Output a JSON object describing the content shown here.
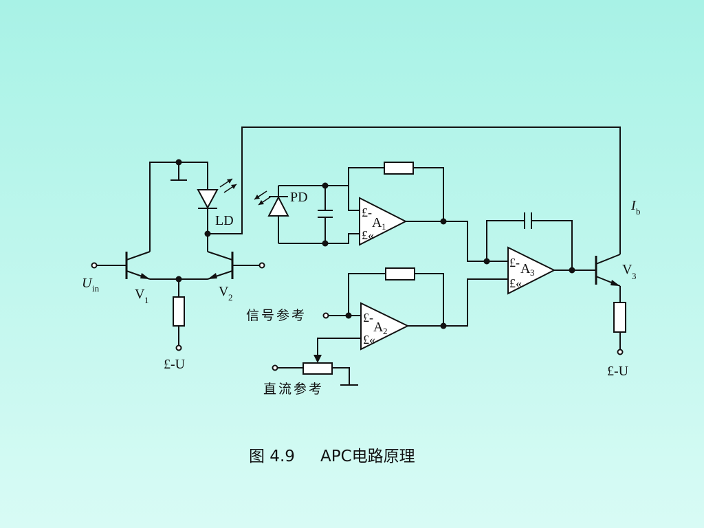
{
  "caption": {
    "number": "图 4.9",
    "title": "APC电路原理"
  },
  "components": {
    "ld": "LD",
    "pd": "PD",
    "v1": "V",
    "v1_sub": "1",
    "v2": "V",
    "v2_sub": "2",
    "v3": "V",
    "v3_sub": "3",
    "a1": "A",
    "a1_sub": "1",
    "a2": "A",
    "a2_sub": "2",
    "a3": "A",
    "a3_sub": "3"
  },
  "labels": {
    "uin": "U",
    "uin_sub": "in",
    "ib": "I",
    "ib_sub": "b",
    "supply_v1": "£-U",
    "supply_v3": "£-U",
    "signal_ref": "信号参考",
    "dc_ref": "直流参考"
  },
  "opamp_pins": {
    "minus": "£-",
    "plus": "£«"
  }
}
